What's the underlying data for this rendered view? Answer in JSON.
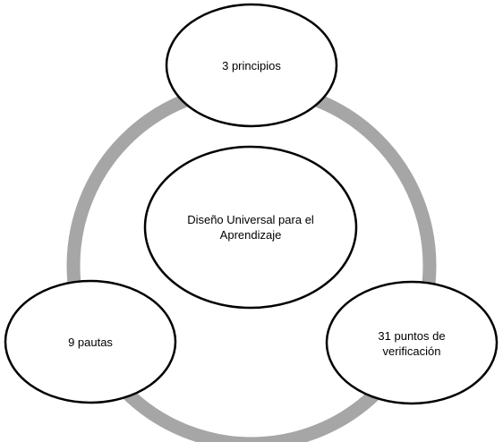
{
  "diagram": {
    "ring_color": "#a6a6a6",
    "node_fill": "#ffffff",
    "node_stroke": "#000000",
    "center": {
      "label": "Diseño Universal para el\nAprendizaje"
    },
    "nodes": [
      {
        "label": "3 principios"
      },
      {
        "label": "9 pautas"
      },
      {
        "label": "31 puntos de\nverificación"
      }
    ]
  }
}
